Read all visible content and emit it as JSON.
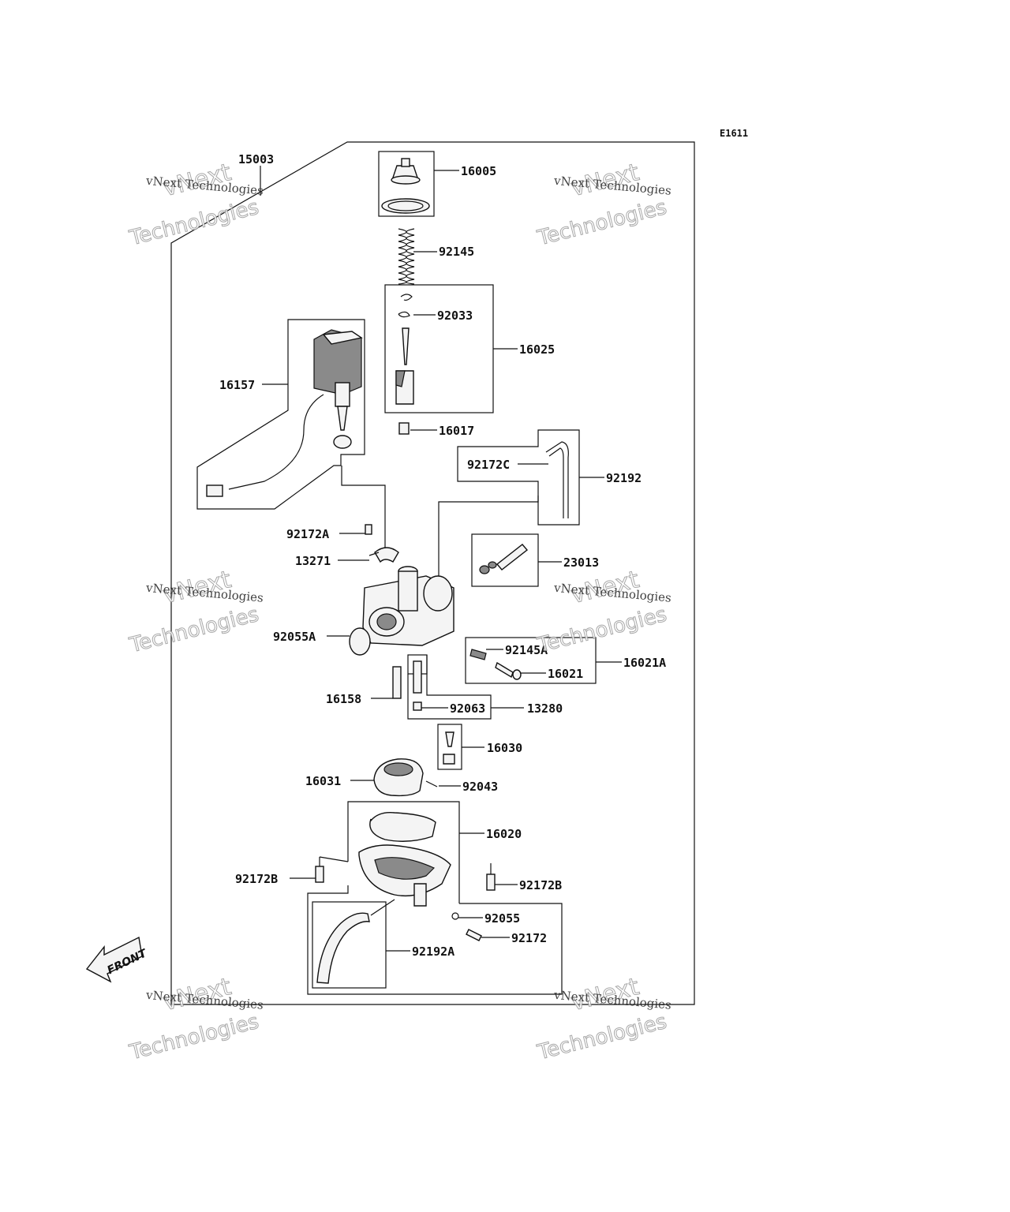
{
  "diagram_code": "E1611",
  "front_label": "FRONT",
  "watermark": {
    "line1": "vNext Technologies",
    "line2": "vNext",
    "line3": "Technologies"
  },
  "parts": {
    "p15003": "15003",
    "p16005": "16005",
    "p92145": "92145",
    "p92033": "92033",
    "p16025": "16025",
    "p16157": "16157",
    "p16017": "16017",
    "p92172C": "92172C",
    "p92192": "92192",
    "p92172A": "92172A",
    "p13271": "13271",
    "p23013": "23013",
    "p92055A": "92055A",
    "p92145A": "92145A",
    "p16021A": "16021A",
    "p16021": "16021",
    "p16158": "16158",
    "p92063": "92063",
    "p13280": "13280",
    "p16030": "16030",
    "p16031": "16031",
    "p92043": "92043",
    "p16020": "16020",
    "p92172B_left": "92172B",
    "p92172B_right": "92172B",
    "p92055": "92055",
    "p92172": "92172",
    "p92192A": "92192A"
  }
}
